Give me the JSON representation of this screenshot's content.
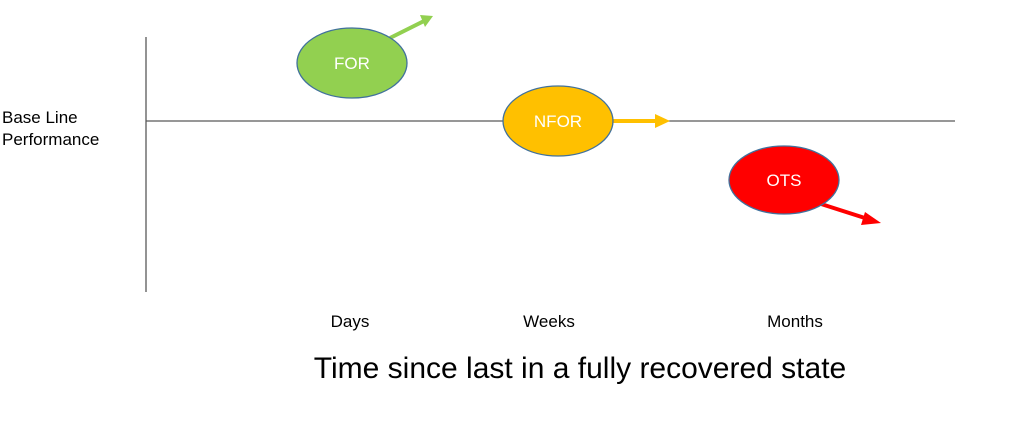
{
  "y_label": {
    "line1": "Base Line",
    "line2": "Performance"
  },
  "x_ticks": [
    "Days",
    "Weeks",
    "Months"
  ],
  "x_title": "Time since last in a fully recovered state",
  "states": [
    {
      "label": "FOR",
      "color": "#92d050",
      "trend": "up"
    },
    {
      "label": "NFOR",
      "color": "#ffc000",
      "trend": "flat"
    },
    {
      "label": "OTS",
      "color": "#ff0000",
      "trend": "down"
    }
  ]
}
